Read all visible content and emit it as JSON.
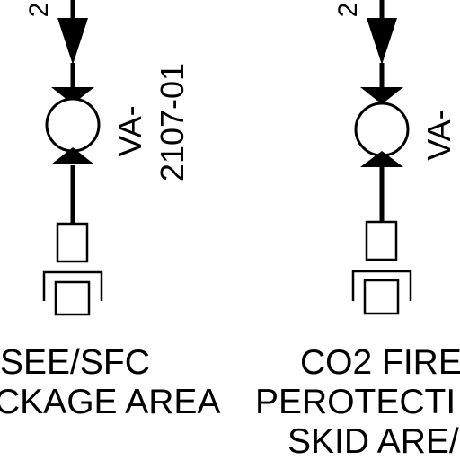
{
  "left_branch": {
    "line_number": "2",
    "valve_tag_prefix": "VA-",
    "valve_tag_number": "2107-01",
    "area_line_1": "SEE/SFC",
    "area_line_2": "CKAGE AREA"
  },
  "right_branch": {
    "line_number": "2",
    "valve_tag_prefix": "VA-",
    "area_line_1": "CO2 FIRE",
    "area_line_2": "PEROTECTI",
    "area_line_3": "SKID ARE/"
  },
  "colors": {
    "line": "#000000",
    "background": "#ffffff"
  }
}
